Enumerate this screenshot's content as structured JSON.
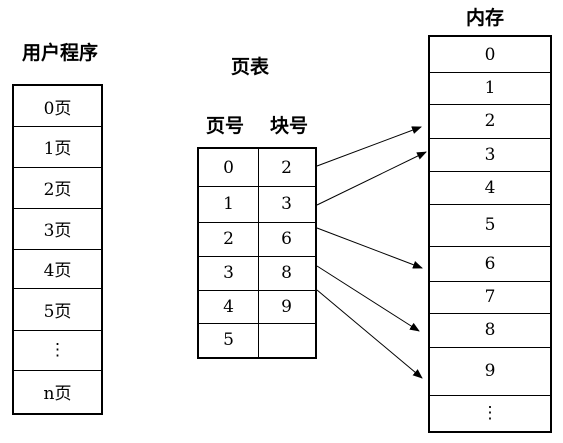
{
  "program": {
    "title": "用户程序",
    "pages": [
      "0页",
      "1页",
      "2页",
      "3页",
      "4页",
      "5页",
      "⋮",
      "n页"
    ]
  },
  "page_table": {
    "title": "页表",
    "header_page": "页号",
    "header_block": "块号",
    "rows": [
      {
        "page": "0",
        "block": "2"
      },
      {
        "page": "1",
        "block": "3"
      },
      {
        "page": "2",
        "block": "6"
      },
      {
        "page": "3",
        "block": "8"
      },
      {
        "page": "4",
        "block": "9"
      },
      {
        "page": "5",
        "block": ""
      }
    ]
  },
  "memory": {
    "title": "内存",
    "blocks": [
      "0",
      "1",
      "2",
      "3",
      "4",
      "5",
      "6",
      "7",
      "8",
      "9",
      "⋮"
    ]
  },
  "mappings": [
    {
      "page": "0",
      "block": "2"
    },
    {
      "page": "1",
      "block": "3"
    },
    {
      "page": "2",
      "block": "6"
    },
    {
      "page": "3",
      "block": "8"
    },
    {
      "page": "4",
      "block": "9"
    }
  ]
}
